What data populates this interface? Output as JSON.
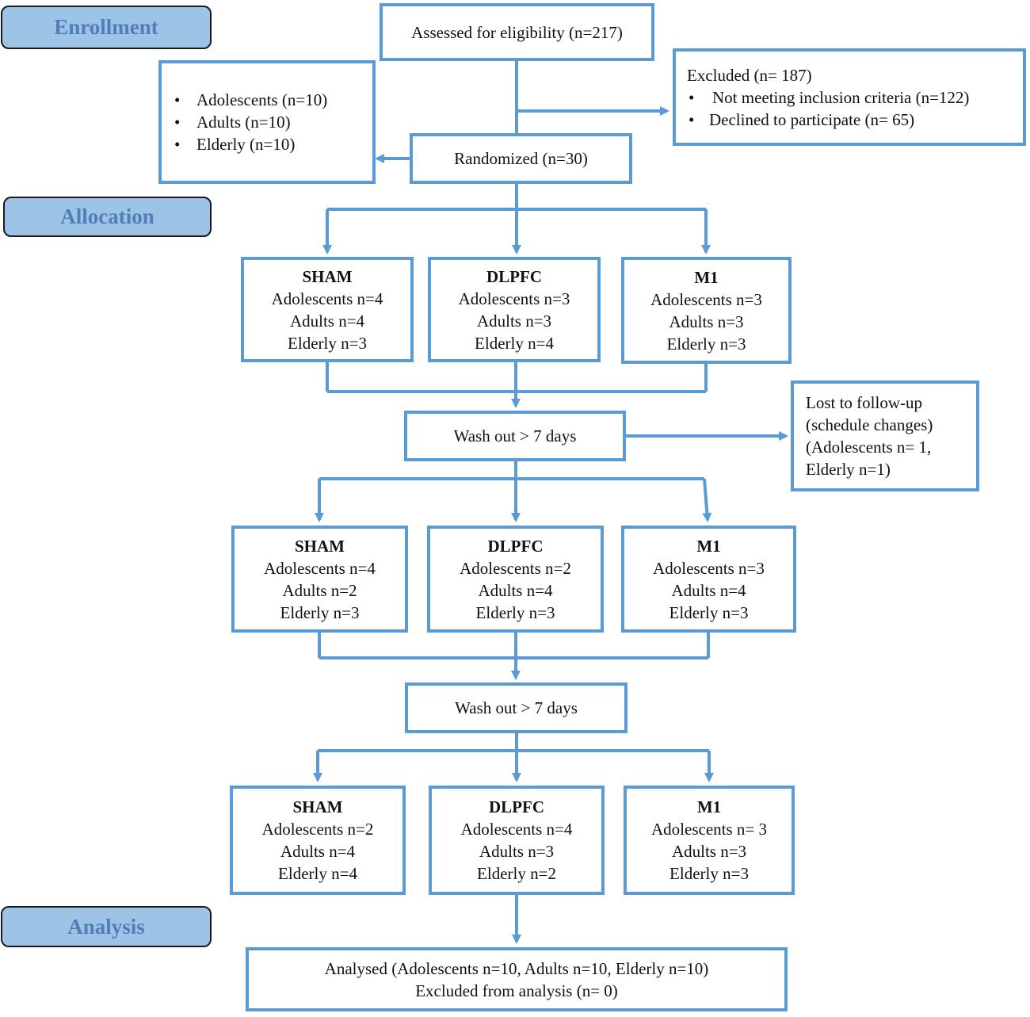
{
  "phases": {
    "enrollment": "Enrollment",
    "allocation": "Allocation",
    "analysis": "Analysis"
  },
  "assessed": "Assessed for eligibility (n=217)",
  "excluded": {
    "title": "Excluded  (n= 187)",
    "items": [
      "Not meeting inclusion criteria (n=122)",
      "Declined to participate (n= 65)"
    ]
  },
  "groups_list": [
    "Adolescents (n=10)",
    "Adults (n=10)",
    "Elderly (n=10)"
  ],
  "randomized": "Randomized  (n=30)",
  "period1": [
    {
      "name": "SHAM",
      "lines": [
        "Adolescents n=4",
        "Adults n=4",
        "Elderly n=3"
      ]
    },
    {
      "name": "DLPFC",
      "lines": [
        "Adolescents n=3",
        "Adults n=3",
        "Elderly n=4"
      ]
    },
    {
      "name": "M1",
      "lines": [
        "Adolescents n=3",
        "Adults n=3",
        "Elderly n=3"
      ]
    }
  ],
  "washout1": "Wash out > 7 days",
  "lost": [
    "Lost to follow-up",
    "(schedule changes)",
    "(Adolescents n= 1,",
    "Elderly n=1)"
  ],
  "period2": [
    {
      "name": "SHAM",
      "lines": [
        "Adolescents n=4",
        "Adults n=2",
        "Elderly n=3"
      ]
    },
    {
      "name": "DLPFC",
      "lines": [
        "Adolescents n=2",
        "Adults n=4",
        "Elderly n=3"
      ]
    },
    {
      "name": "M1",
      "lines": [
        "Adolescents n=3",
        "Adults n=4",
        "Elderly n=3"
      ]
    }
  ],
  "washout2": "Wash out > 7 days",
  "period3": [
    {
      "name": "SHAM",
      "lines": [
        "Adolescents n=2",
        "Adults n=4",
        "Elderly n=4"
      ]
    },
    {
      "name": "DLPFC",
      "lines": [
        "Adolescents n=4",
        "Adults n=3",
        "Elderly n=2"
      ]
    },
    {
      "name": "M1",
      "lines": [
        "Adolescents n= 3",
        "Adults n=3",
        "Elderly n=3"
      ]
    }
  ],
  "analysed": {
    "line1": "Analysed  (Adolescents n=10, Adults n=10, Elderly n=10)",
    "line2": "Excluded from analysis (n= 0)"
  },
  "colors": {
    "box_border": "#5b9bd5",
    "phase_fill": "#9dc3e6",
    "phase_text": "#4f7fb5"
  }
}
